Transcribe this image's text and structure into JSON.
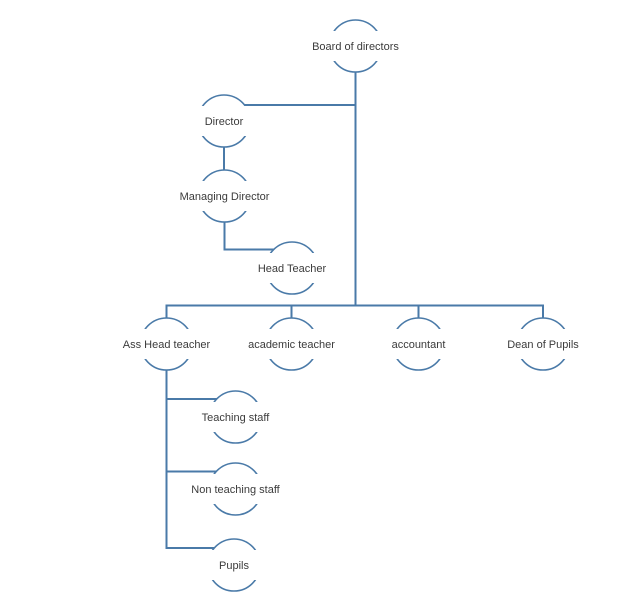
{
  "diagram": {
    "type": "org-chart",
    "colors": {
      "line": "#4a7aa8",
      "text": "#3b3b3b",
      "background": "#ffffff"
    },
    "node_shape": "circle-with-label-band",
    "node_radius": 26,
    "nodes": [
      {
        "id": "board-of-directors",
        "label": "Board of directors",
        "parent": null
      },
      {
        "id": "director",
        "label": "Director",
        "parent": "board-of-directors"
      },
      {
        "id": "managing-director",
        "label": "Managing Director",
        "parent": "director"
      },
      {
        "id": "head-teacher",
        "label": "Head Teacher",
        "parent": "managing-director"
      },
      {
        "id": "ass-head-teacher",
        "label": "Ass Head teacher",
        "parent": "board-of-directors"
      },
      {
        "id": "academic-teacher",
        "label": "academic teacher",
        "parent": "board-of-directors"
      },
      {
        "id": "accountant",
        "label": "accountant",
        "parent": "board-of-directors"
      },
      {
        "id": "dean-of-pupils",
        "label": "Dean of Pupils",
        "parent": "board-of-directors"
      },
      {
        "id": "teaching-staff",
        "label": "Teaching staff",
        "parent": "ass-head-teacher"
      },
      {
        "id": "non-teaching-staff",
        "label": "Non teaching staff",
        "parent": "ass-head-teacher"
      },
      {
        "id": "pupils",
        "label": "Pupils",
        "parent": "ass-head-teacher"
      }
    ],
    "edges": [
      {
        "from": "board-of-directors",
        "to": "director"
      },
      {
        "from": "director",
        "to": "managing-director"
      },
      {
        "from": "managing-director",
        "to": "head-teacher"
      },
      {
        "from": "board-of-directors",
        "to": "ass-head-teacher"
      },
      {
        "from": "board-of-directors",
        "to": "academic-teacher"
      },
      {
        "from": "board-of-directors",
        "to": "accountant"
      },
      {
        "from": "board-of-directors",
        "to": "dean-of-pupils"
      },
      {
        "from": "ass-head-teacher",
        "to": "teaching-staff"
      },
      {
        "from": "ass-head-teacher",
        "to": "non-teaching-staff"
      },
      {
        "from": "ass-head-teacher",
        "to": "pupils"
      }
    ]
  }
}
